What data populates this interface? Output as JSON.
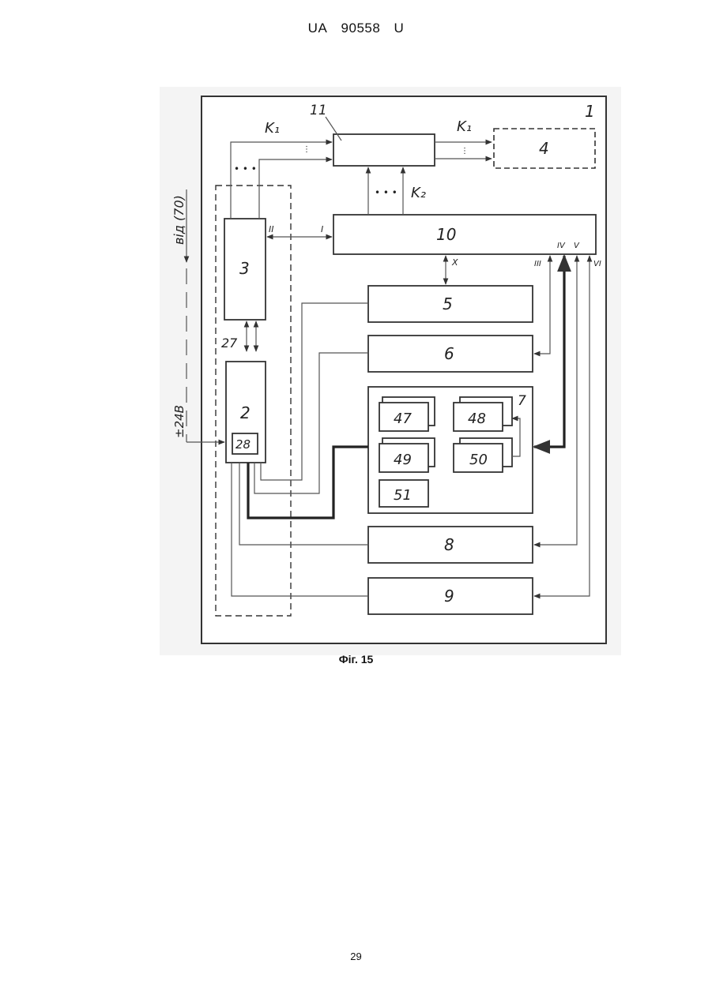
{
  "header": {
    "country": "UA",
    "number": "90558",
    "kind": "U"
  },
  "figure": {
    "caption": "Фіг. 15",
    "side_labels": {
      "top": "від (70)",
      "bottom": "±24В"
    },
    "blocks": {
      "b1": "1",
      "b2": "2",
      "b3": "3",
      "b4": "4",
      "b5": "5",
      "b6": "6",
      "b7": "7",
      "b8": "8",
      "b9": "9",
      "b10": "10",
      "b11": "11",
      "b27": "27",
      "b28": "28",
      "b47": "47",
      "b48": "48",
      "b49": "49",
      "b50": "50",
      "b51": "51"
    },
    "signals": {
      "k1_left": "K₁",
      "k1_right": "K₁",
      "k2": "K₂"
    },
    "ports": {
      "p1": "I",
      "p2": "II",
      "p3": "III",
      "p4": "IV",
      "p5": "V",
      "p6": "VI",
      "p10": "X"
    },
    "dots": "• • •"
  },
  "page_number": "29"
}
